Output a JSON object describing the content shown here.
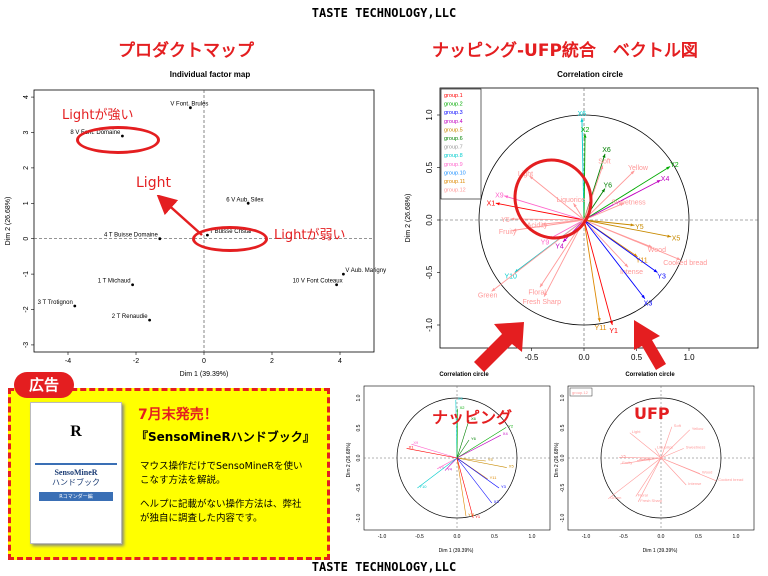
{
  "header": {
    "brand": "TASTE TECHNOLOGY,LLC"
  },
  "footer": {
    "brand": "TASTE TECHNOLOGY,LLC"
  },
  "titles": {
    "left": "プロダクトマップ",
    "right": "ナッピング-UFP統合　ベクトル図"
  },
  "callouts": {
    "strong": "Lightが強い",
    "center": "Light",
    "weak": "Lightが弱い",
    "napping": "ナッピング",
    "ufp": "UFP"
  },
  "ad": {
    "tag": "広告",
    "headline": "7月末発売！",
    "book_title": "『SensoMineRハンドブック』",
    "desc1a": "マウス操作だけでSensoMineRを使い",
    "desc1b": "こなす方法を解説。",
    "desc2a": "ヘルプに記載がない操作方法は、弊社",
    "desc2b": "が独自に調査した内容です。",
    "cover_letter": "R",
    "cover_title1": "SensoMineR",
    "cover_title2": "ハンドブック",
    "cover_sub": "Rコマンダー編"
  },
  "chart_data": [
    {
      "type": "scatter",
      "title": "Individual factor map",
      "xlabel": "Dim 1 (39.39%)",
      "ylabel": "Dim 2 (26.68%)",
      "xlim": [
        -5,
        5
      ],
      "ylim": [
        -3.2,
        4.2
      ],
      "xticks": [
        -4,
        -2,
        0,
        2,
        4
      ],
      "yticks": [
        -3,
        -2,
        -1,
        0,
        1,
        2,
        3,
        4
      ],
      "points": [
        {
          "label": "V Font. Brules",
          "x": -0.4,
          "y": 3.7
        },
        {
          "label": "8 V Font. Domaine",
          "x": -2.4,
          "y": 2.9
        },
        {
          "label": "6 V Aub. Silex",
          "x": 1.3,
          "y": 1.0
        },
        {
          "label": "T Buisse Cristal",
          "x": 0.1,
          "y": 0.1
        },
        {
          "label": "4 T Buisse Domaine",
          "x": -1.3,
          "y": 0.0
        },
        {
          "label": "V Aub. Marigny",
          "x": 4.1,
          "y": -1.0
        },
        {
          "label": "10 V Font Coteaux",
          "x": 3.9,
          "y": -1.3
        },
        {
          "label": "1 T Michaud",
          "x": -2.1,
          "y": -1.3
        },
        {
          "label": "3 T Trotignon",
          "x": -3.8,
          "y": -1.9
        },
        {
          "label": "2 T Renaudie",
          "x": -1.6,
          "y": -2.3
        }
      ]
    },
    {
      "type": "vector",
      "title": "Correlation circle",
      "xlabel": "",
      "ylabel": "Dim 2 (26.68%)",
      "xlim": [
        -1.0,
        1.05
      ],
      "ylim": [
        -1.05,
        1.05
      ],
      "xticks": [
        "-0.5",
        "0.0",
        "0.5",
        "1.0"
      ],
      "yticks": [
        "1.0",
        "0.5",
        "0.0",
        "-0.5",
        "-1.0"
      ],
      "legend": [
        "group.1",
        "group.2",
        "group.3",
        "group.4",
        "group.5",
        "group.6",
        "group.7",
        "group.8",
        "group.9",
        "group.10",
        "group.11",
        "group.12"
      ],
      "legend_colors": [
        "#ff0000",
        "#00aa00",
        "#0000ff",
        "#c000c0",
        "#c88a00",
        "#008000",
        "#999999",
        "#00cccc",
        "#ff66cc",
        "#1e90ff",
        "#dd8800",
        "#ff9999"
      ],
      "vectors": [
        {
          "label": "X6",
          "x": -0.02,
          "y": 0.97,
          "color": "#00cccc"
        },
        {
          "label": "X2",
          "x": 0.01,
          "y": 0.82,
          "color": "#00aa00"
        },
        {
          "label": "X6",
          "x": 0.2,
          "y": 0.63,
          "color": "#008000"
        },
        {
          "label": "Y6",
          "x": 0.2,
          "y": 0.3,
          "color": "#008000"
        },
        {
          "label": "Y2",
          "x": 0.82,
          "y": 0.51,
          "color": "#00aa00"
        },
        {
          "label": "X4",
          "x": 0.73,
          "y": 0.38,
          "color": "#c000c0"
        },
        {
          "label": "Yellow",
          "x": 0.48,
          "y": 0.47,
          "color": "#ff9999"
        },
        {
          "label": "Soft",
          "x": 0.18,
          "y": 0.52,
          "color": "#ff9999"
        },
        {
          "label": "Light",
          "x": -0.52,
          "y": 0.42,
          "color": "#ff9999"
        },
        {
          "label": "Liquorice",
          "x": -0.1,
          "y": 0.16,
          "color": "#ff9999"
        },
        {
          "label": "Sweetness",
          "x": 0.38,
          "y": 0.16,
          "color": "#ff9999"
        },
        {
          "label": "X9",
          "x": -0.76,
          "y": 0.23,
          "color": "#ff66cc"
        },
        {
          "label": "X1",
          "x": -0.84,
          "y": 0.16,
          "color": "#ff0000"
        },
        {
          "label": "Y5",
          "x": -0.7,
          "y": 0.01,
          "color": "#ff9999"
        },
        {
          "label": "Fruity",
          "x": -0.68,
          "y": -0.1,
          "color": "#ff9999"
        },
        {
          "label": "Acidity",
          "x": -0.4,
          "y": -0.04,
          "color": "#ff9999"
        },
        {
          "label": "Y9",
          "x": -0.33,
          "y": -0.18,
          "color": "#ff66cc"
        },
        {
          "label": "Y4",
          "x": -0.2,
          "y": -0.21,
          "color": "#c000c0"
        },
        {
          "label": "Y5",
          "x": 0.48,
          "y": -0.05,
          "color": "#c88a00"
        },
        {
          "label": "X5",
          "x": 0.83,
          "y": -0.16,
          "color": "#c88a00"
        },
        {
          "label": "Wood",
          "x": 0.65,
          "y": -0.26,
          "color": "#ff9999"
        },
        {
          "label": "Y11",
          "x": 0.51,
          "y": -0.35,
          "color": "#dd8800"
        },
        {
          "label": "Cooked bread",
          "x": 0.92,
          "y": -0.38,
          "color": "#ff9999"
        },
        {
          "label": "Intense",
          "x": 0.42,
          "y": -0.45,
          "color": "#ff9999"
        },
        {
          "label": "Y3",
          "x": 0.7,
          "y": -0.5,
          "color": "#0000ff"
        },
        {
          "label": "X3",
          "x": 0.58,
          "y": -0.75,
          "color": "#0000ff"
        },
        {
          "label": "Y10",
          "x": -0.66,
          "y": -0.5,
          "color": "#00cccc"
        },
        {
          "label": "Floral",
          "x": -0.42,
          "y": -0.64,
          "color": "#ff9999"
        },
        {
          "label": "Fresh Sharp",
          "x": -0.38,
          "y": -0.73,
          "color": "#ff9999"
        },
        {
          "label": "Green",
          "x": -0.88,
          "y": -0.68,
          "color": "#ff9999"
        },
        {
          "label": "Y11",
          "x": 0.15,
          "y": -0.97,
          "color": "#dd8800"
        },
        {
          "label": "Y1",
          "x": 0.27,
          "y": -1.0,
          "color": "#ff0000"
        }
      ]
    },
    {
      "type": "vector",
      "title": "Correlation circle",
      "xlabel": "Dim 1 (39.39%)",
      "ylabel": "Dim 2 (26.68%)",
      "xticks": [
        "-1.0",
        "-0.5",
        "0.0",
        "0.5",
        "1.0"
      ],
      "yticks": [
        "1.0",
        "0.5",
        "0.0",
        "-0.5",
        "-1.0"
      ]
    },
    {
      "type": "vector",
      "title": "Correlation circle",
      "xlabel": "Dim 1 (39.39%)",
      "ylabel": "Dim 2 (26.68%)",
      "xticks": [
        "-1.0",
        "-0.5",
        "0.0",
        "0.5",
        "1.0"
      ],
      "yticks": [
        "1.0",
        "0.5",
        "0.0",
        "-0.5",
        "-1.0"
      ],
      "legend": [
        "group.12"
      ]
    }
  ]
}
